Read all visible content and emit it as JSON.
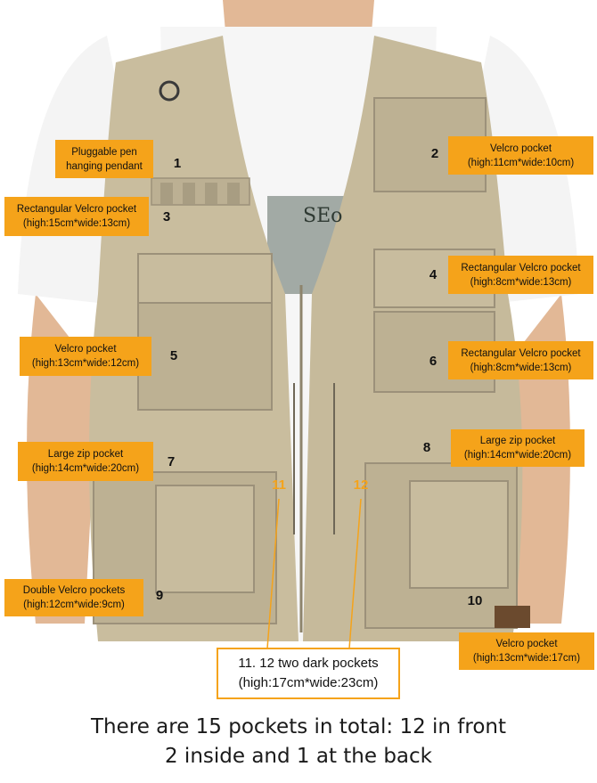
{
  "colors": {
    "label_bg": "#f5a31a",
    "vest": "#c9bd9e",
    "shirt": "#ffffff",
    "skin": "#e2b896"
  },
  "labels": [
    {
      "num": "1",
      "line1": "Pluggable pen",
      "line2": "hanging pendant"
    },
    {
      "num": "2",
      "line1": "Velcro pocket",
      "line2": "(high:11cm*wide:10cm)"
    },
    {
      "num": "3",
      "line1": "Rectangular Velcro pocket",
      "line2": "(high:15cm*wide:13cm)"
    },
    {
      "num": "4",
      "line1": "Rectangular Velcro pocket",
      "line2": "(high:8cm*wide:13cm)"
    },
    {
      "num": "5",
      "line1": "Velcro pocket",
      "line2": "(high:13cm*wide:12cm)"
    },
    {
      "num": "6",
      "line1": "Rectangular Velcro pocket",
      "line2": "(high:8cm*wide:13cm)"
    },
    {
      "num": "7",
      "line1": "Large zip pocket",
      "line2": "(high:14cm*wide:20cm)"
    },
    {
      "num": "8",
      "line1": "Large zip pocket",
      "line2": "(high:14cm*wide:20cm)"
    },
    {
      "num": "9",
      "line1": "Double Velcro pockets",
      "line2": "(high:12cm*wide:9cm)"
    },
    {
      "num": "10",
      "line1": "Velcro pocket",
      "line2": "(high:13cm*wide:17cm)"
    }
  ],
  "dark_pockets": {
    "num_left": "11",
    "num_right": "12",
    "line1": "11. 12 two dark pockets",
    "line2": "(high:17cm*wide:23cm)"
  },
  "caption": {
    "line1": "There are 15 pockets in total: 12 in front",
    "line2": "2 inside and 1 at the back"
  },
  "brand_fragment": "SEo"
}
